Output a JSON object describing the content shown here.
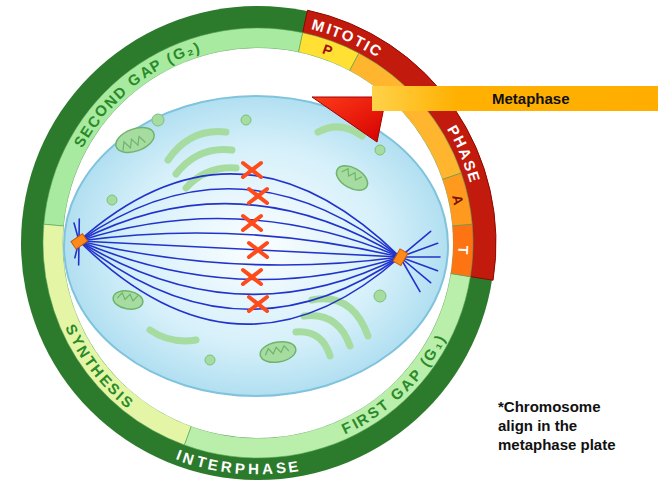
{
  "diagram": {
    "nodes": [
      {
        "text": [
          "Metaphase"
        ]
      }
    ],
    "labels": [
      "MITOTIC PHASE",
      "P",
      "A",
      "T",
      "SECOND GAP (G₂)",
      "SYNTHESIS",
      "FIRST GAP (G₁)",
      "INTERPHASE",
      "*Chromosome align in the metaphase plate"
    ]
  }
}
